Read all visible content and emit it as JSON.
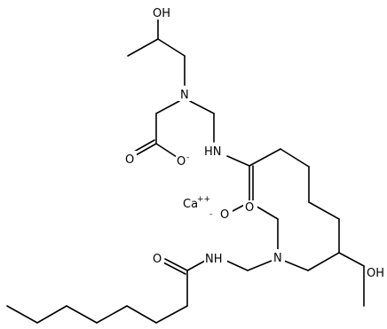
{
  "molecule": {
    "atom_labels": {
      "oh_top": "OH",
      "n_top": "N",
      "nh_top": "HN",
      "o_top_carboxyl": "O",
      "o_minus_top": "O",
      "ca": "Ca",
      "o_minus_mid": "O",
      "o_amide_mid": "O",
      "n_bottom": "N",
      "nh_bottom": "NH",
      "o_amide_bottom": "O",
      "oh_bottom": "OH"
    },
    "charges": {
      "minus_top": "-",
      "minus_mid": "-",
      "ca_plus": "++"
    }
  }
}
